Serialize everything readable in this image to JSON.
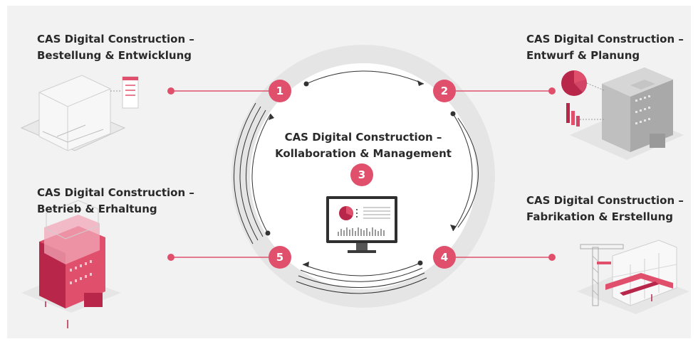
{
  "stages": [
    {
      "number": "1",
      "line1": "CAS Digital Construction –",
      "line2": "Bestellung & Entwicklung"
    },
    {
      "number": "2",
      "line1": "CAS Digital Construction –",
      "line2": "Entwurf & Planung"
    },
    {
      "number": "3",
      "line1": "CAS Digital Construction –",
      "line2": "Kollaboration & Management"
    },
    {
      "number": "4",
      "line1": "CAS Digital Construction –",
      "line2": "Fabrikation & Erstellung"
    },
    {
      "number": "5",
      "line1": "CAS Digital Construction –",
      "line2": "Betrieb & Erhaltung"
    }
  ],
  "colors": {
    "accent": "#e0506c",
    "accent_dark": "#b8274a",
    "ring": "#e5e5e5",
    "background": "#f2f2f2",
    "text": "#2a2a2a"
  },
  "icons": [
    "wireframe-building-icon",
    "office-building-icon",
    "monitor-dashboard-icon",
    "crane-construction-icon",
    "pink-building-icon"
  ]
}
